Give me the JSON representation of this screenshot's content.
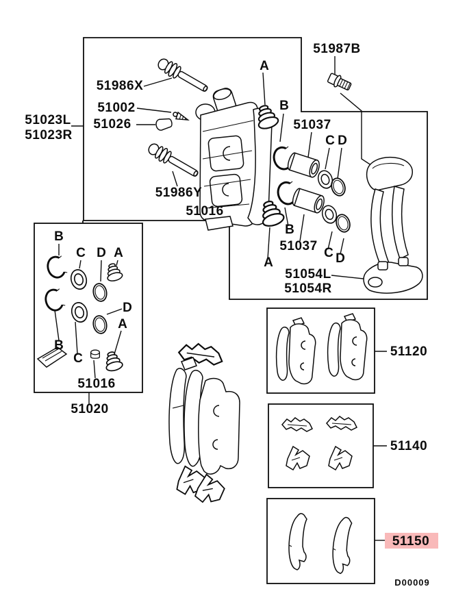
{
  "diagram": {
    "drawing_code": "D00009",
    "highlight_color": "#f9b9b9",
    "highlighted_part": "51150",
    "callouts": {
      "caliper_left": "51023L",
      "caliper_right": "51023R",
      "guide_pin_upper": "51986X",
      "bleeder_screw": "51002",
      "bleeder_cap": "51026",
      "guide_pin_lower": "51986Y",
      "cap_upper": "51016",
      "bracket_bolt": "51987B",
      "piston_upper": "51037",
      "piston_lower": "51037",
      "bracket_left": "51054L",
      "bracket_right": "51054R",
      "seal_kit": "51020",
      "seal_kit_cap": "51016",
      "pad_set": "51120",
      "hardware_kit": "51140",
      "shim_kit": "51150",
      "ref_a_top": "A",
      "ref_b_top": "B",
      "ref_c_top": "C",
      "ref_d_top": "D",
      "ref_b_mid": "B",
      "ref_c_mid": "C",
      "ref_d_mid": "D",
      "ref_a_mid": "A",
      "kit_ref_b1": "B",
      "kit_ref_c1": "C",
      "kit_ref_d1": "D",
      "kit_ref_a1": "A",
      "kit_ref_d2": "D",
      "kit_ref_a2": "A",
      "kit_ref_b2": "B",
      "kit_ref_c2": "C"
    }
  }
}
